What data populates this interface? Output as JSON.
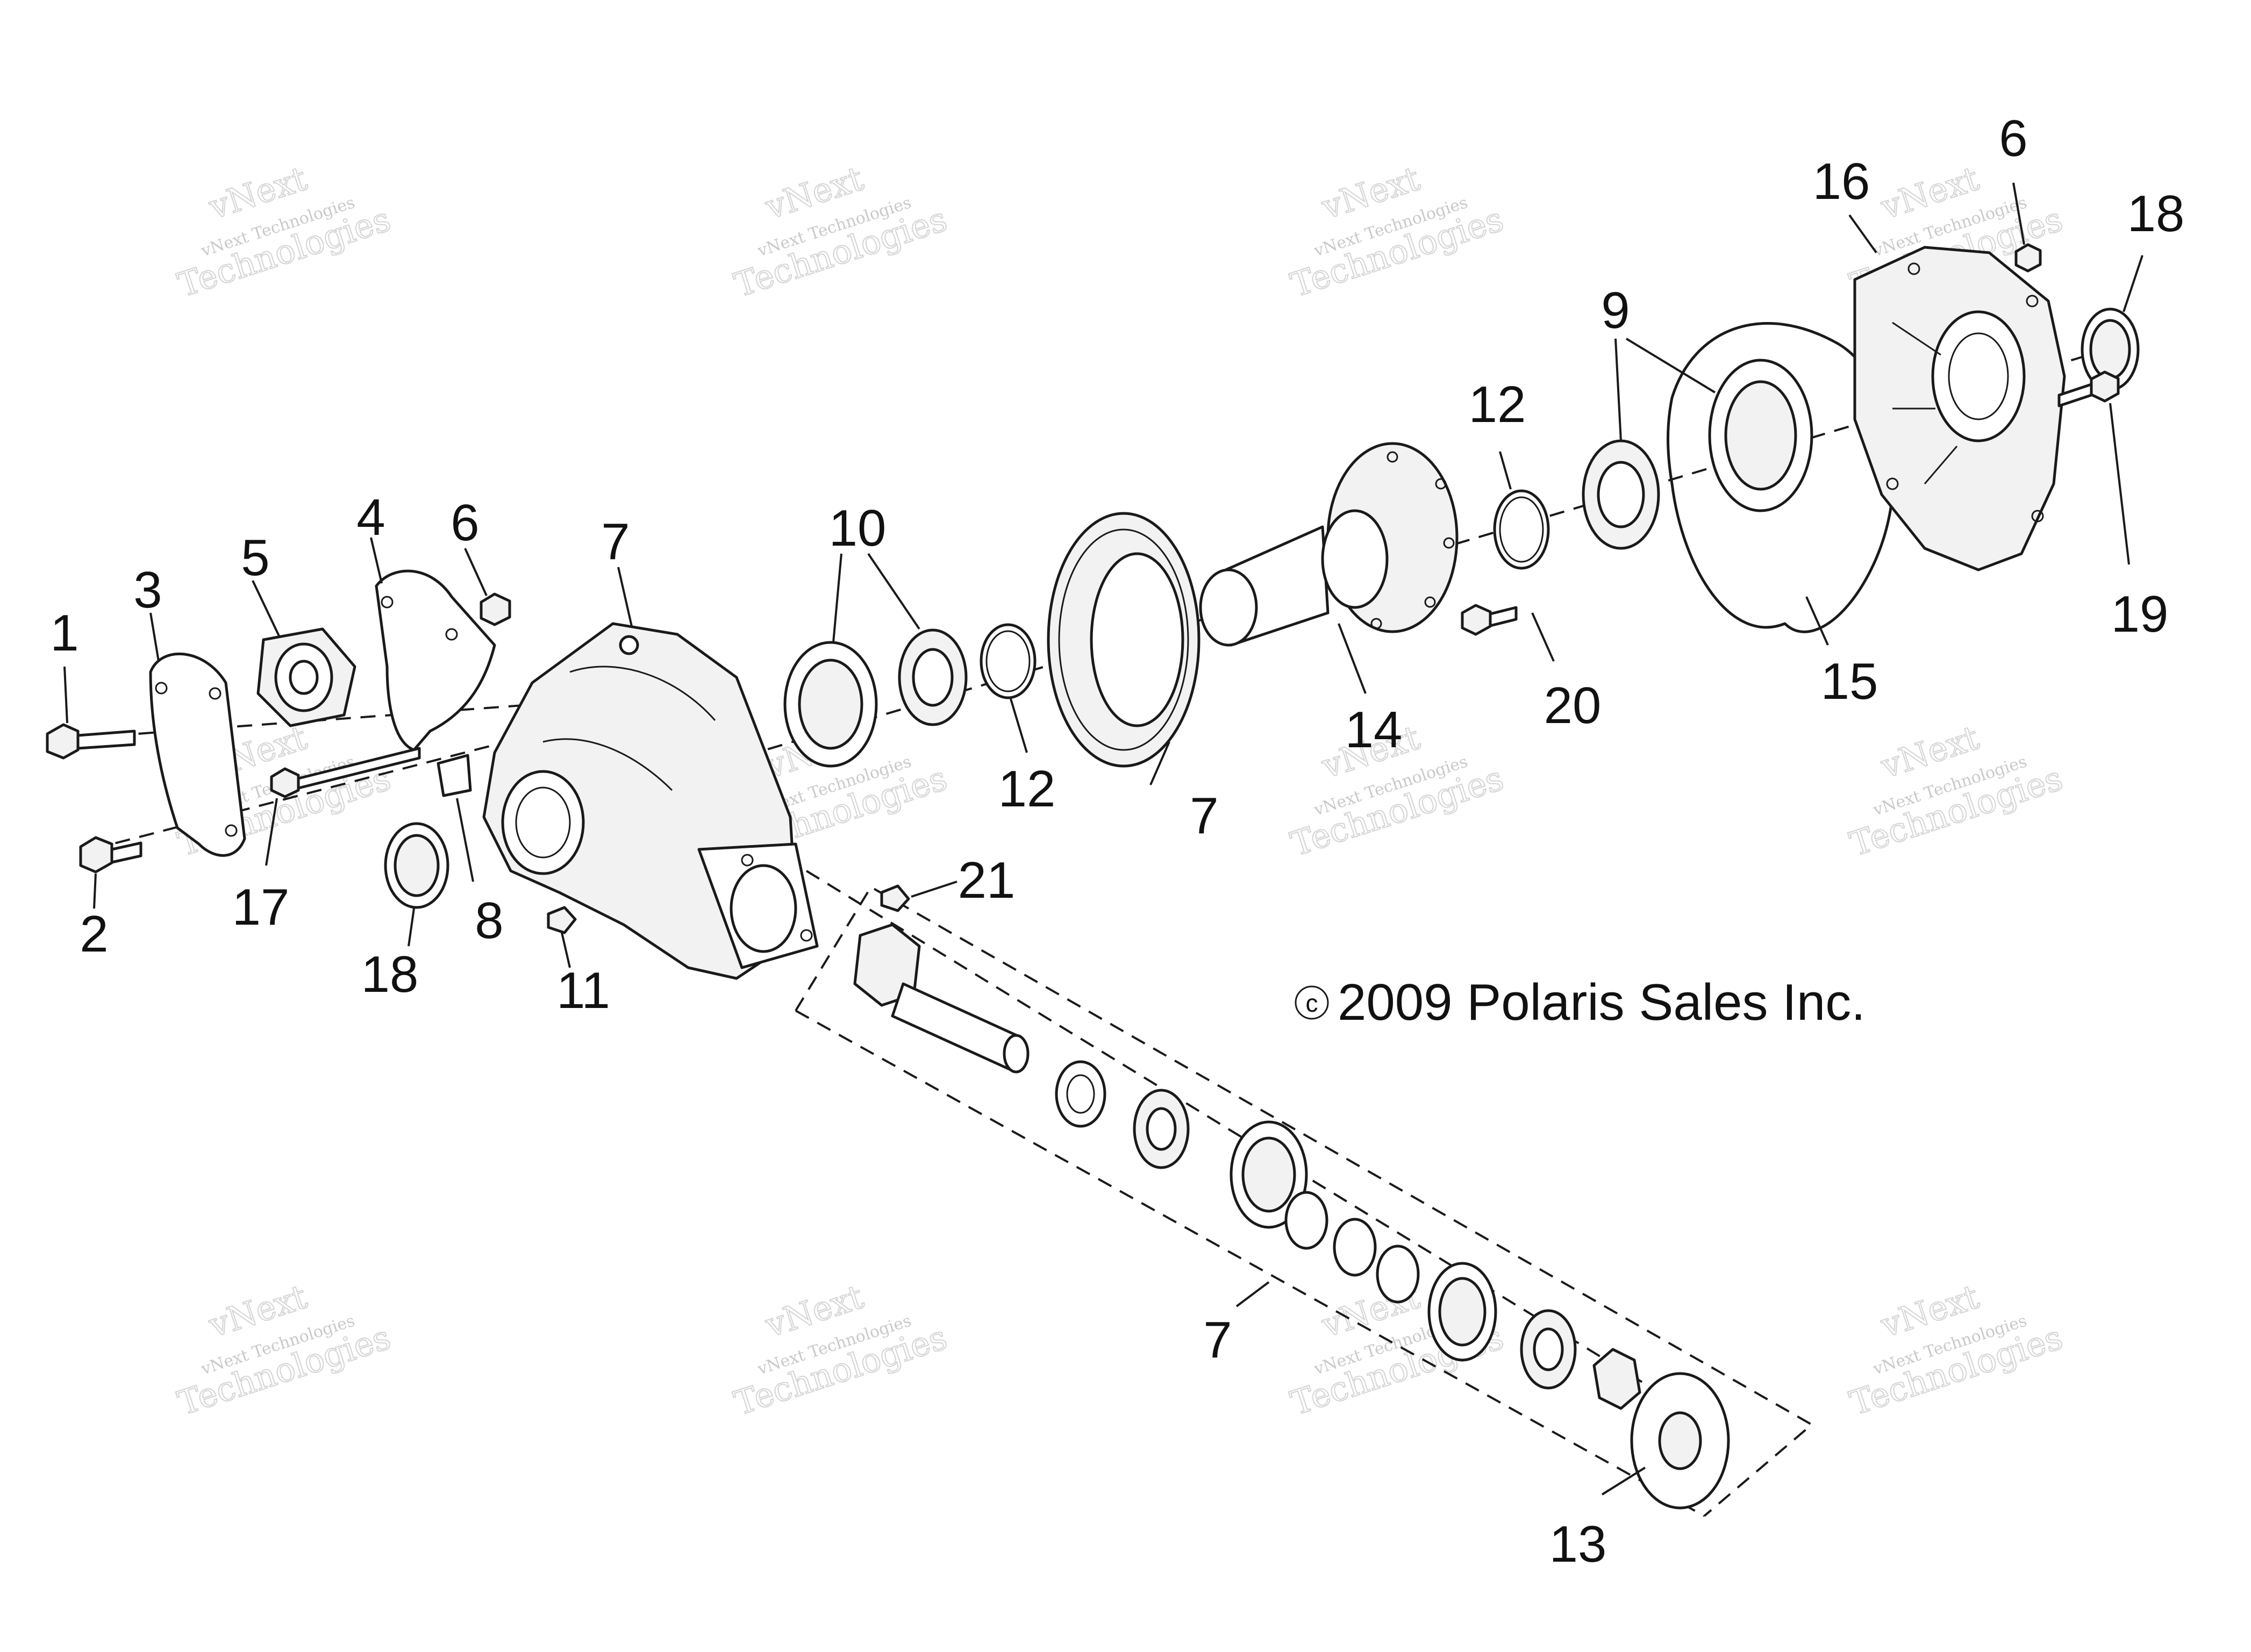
{
  "diagram": {
    "copyright": {
      "symbol": "c",
      "text": "2009 Polaris Sales Inc."
    },
    "watermark": {
      "line1": "vNext",
      "line2": "vNext Technologies",
      "line3": "Technologies"
    },
    "callouts": {
      "c1": "1",
      "c2": "2",
      "c3": "3",
      "c4": "4",
      "c5": "5",
      "c6a": "6",
      "c6b": "6",
      "c7a": "7",
      "c7b": "7",
      "c7c": "7",
      "c8": "8",
      "c9": "9",
      "c10": "10",
      "c11": "11",
      "c12a": "12",
      "c12b": "12",
      "c13": "13",
      "c14": "14",
      "c15": "15",
      "c16": "16",
      "c17": "17",
      "c18a": "18",
      "c18b": "18",
      "c19": "19",
      "c20": "20",
      "c21": "21"
    }
  }
}
